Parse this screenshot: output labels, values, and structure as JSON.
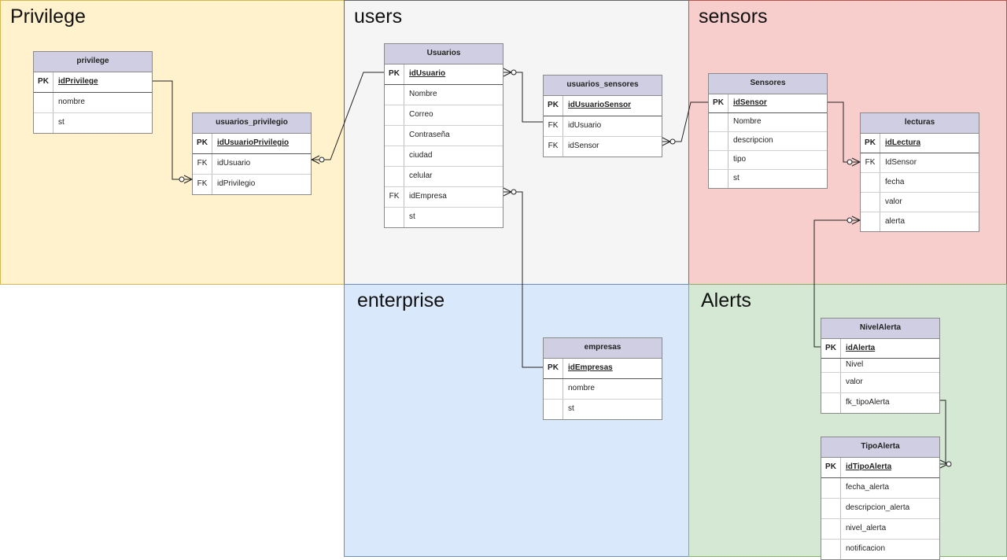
{
  "zones": [
    {
      "id": "privilege",
      "title": "Privilege",
      "fill": "#fff2cc",
      "stroke": "#d6b656"
    },
    {
      "id": "users",
      "title": "users",
      "fill": "#f5f5f5",
      "stroke": "#666666"
    },
    {
      "id": "sensors",
      "title": "sensors",
      "fill": "#f8cecc",
      "stroke": "#b85450"
    },
    {
      "id": "enterprise",
      "title": "enterprise",
      "fill": "#dae8fc",
      "stroke": "#6c8ebf"
    },
    {
      "id": "alerts",
      "title": "Alerts",
      "fill": "#d5e8d4",
      "stroke": "#82b366"
    }
  ],
  "entities": [
    {
      "id": "privilege",
      "title": "privilege",
      "rows": [
        {
          "key": "PK",
          "name": "idPrivilege",
          "pk": true
        },
        {
          "key": "",
          "name": "nombre"
        },
        {
          "key": "",
          "name": "st"
        }
      ]
    },
    {
      "id": "usuarios_privilegio",
      "title": "usuarios_privilegio",
      "rows": [
        {
          "key": "PK",
          "name": "idUsuarioPrivilegio",
          "pk": true
        },
        {
          "key": "FK",
          "name": "idUsuario"
        },
        {
          "key": "FK",
          "name": "idPrivilegio"
        }
      ]
    },
    {
      "id": "usuarios",
      "title": "Usuarios",
      "rows": [
        {
          "key": "PK",
          "name": "idUsuario",
          "pk": true
        },
        {
          "key": "",
          "name": "Nombre"
        },
        {
          "key": "",
          "name": "Correo"
        },
        {
          "key": "",
          "name": "Contraseña"
        },
        {
          "key": "",
          "name": "ciudad"
        },
        {
          "key": "",
          "name": "celular"
        },
        {
          "key": "FK",
          "name": "idEmpresa"
        },
        {
          "key": "",
          "name": "st"
        }
      ]
    },
    {
      "id": "usuarios_sensores",
      "title": "usuarios_sensores",
      "rows": [
        {
          "key": "PK",
          "name": "idUsuarioSensor",
          "pk": true
        },
        {
          "key": "FK",
          "name": "idUsuario"
        },
        {
          "key": "FK",
          "name": "idSensor"
        }
      ]
    },
    {
      "id": "sensores",
      "title": "Sensores",
      "rows": [
        {
          "key": "PK",
          "name": "idSensor",
          "pk": true
        },
        {
          "key": "",
          "name": "Nombre"
        },
        {
          "key": "",
          "name": "descripcion"
        },
        {
          "key": "",
          "name": "tipo"
        },
        {
          "key": "",
          "name": "st"
        }
      ]
    },
    {
      "id": "lecturas",
      "title": "lecturas",
      "rows": [
        {
          "key": "PK",
          "name": "idLectura",
          "pk": true
        },
        {
          "key": "FK",
          "name": "IdSensor"
        },
        {
          "key": "",
          "name": "fecha"
        },
        {
          "key": "",
          "name": "valor"
        },
        {
          "key": "",
          "name": "alerta"
        }
      ]
    },
    {
      "id": "empresas",
      "title": "empresas",
      "rows": [
        {
          "key": "PK",
          "name": "idEmpresas",
          "pk": true
        },
        {
          "key": "",
          "name": "nombre"
        },
        {
          "key": "",
          "name": "st"
        }
      ]
    },
    {
      "id": "nivelalerta",
      "title": "NivelAlerta",
      "rows": [
        {
          "key": "PK",
          "name": "idAlerta",
          "pk": true
        },
        {
          "key": "",
          "name": "Nivel"
        },
        {
          "key": "",
          "name": "valor"
        },
        {
          "key": "",
          "name": "fk_tipoAlerta"
        }
      ]
    },
    {
      "id": "tipoalerta",
      "title": "TipoAlerta",
      "rows": [
        {
          "key": "PK",
          "name": "idTipoAlerta",
          "pk": true
        },
        {
          "key": "",
          "name": "fecha_alerta"
        },
        {
          "key": "",
          "name": "descripcion_alerta"
        },
        {
          "key": "",
          "name": "nivel_alerta"
        },
        {
          "key": "",
          "name": "notificacion"
        }
      ]
    }
  ]
}
